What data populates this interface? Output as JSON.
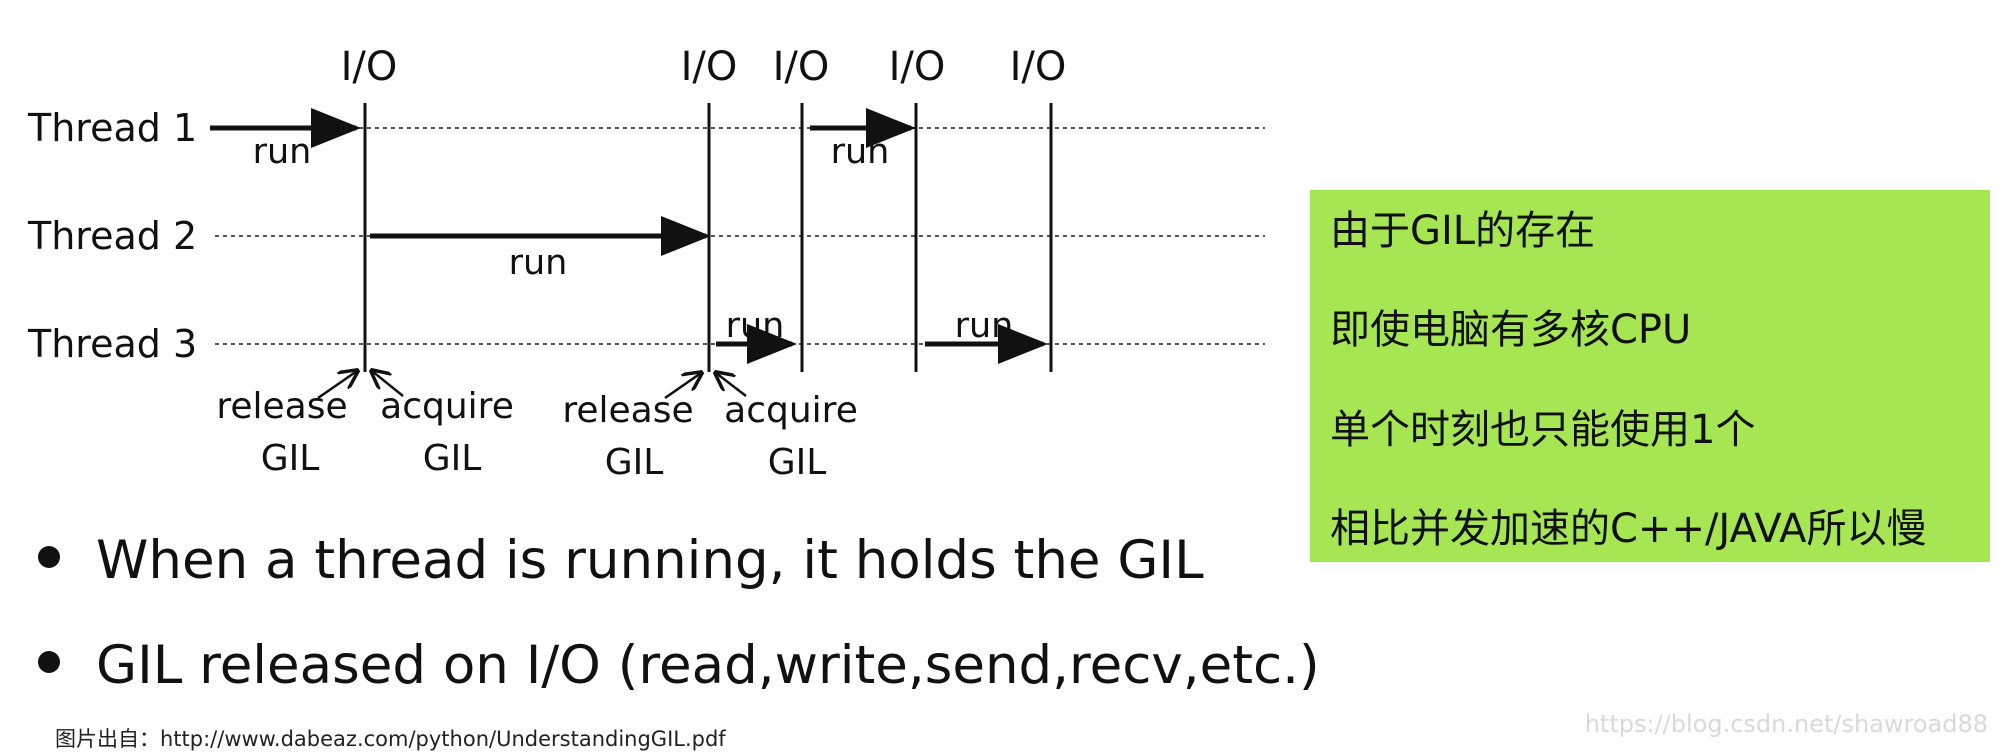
{
  "diagram": {
    "io_labels": [
      "I/O",
      "I/O",
      "I/O",
      "I/O",
      "I/O"
    ],
    "threads": [
      "Thread 1",
      "Thread 2",
      "Thread 3"
    ],
    "run_labels": [
      "run",
      "run",
      "run",
      "run",
      "run"
    ],
    "gil_labels": [
      {
        "top": "release",
        "bottom": "GIL"
      },
      {
        "top": "acquire",
        "bottom": "GIL"
      },
      {
        "top": "release",
        "bottom": "GIL"
      },
      {
        "top": "acquire",
        "bottom": "GIL"
      }
    ]
  },
  "bullets": [
    "When a thread is running, it holds the GIL",
    "GIL released on I/O (read,write,send,recv,etc.)"
  ],
  "note": {
    "background": "#a6e653",
    "lines": [
      "由于GIL的存在",
      "即使电脑有多核CPU",
      "单个时刻也只能使用1个",
      "相比并发加速的C++/JAVA所以慢"
    ]
  },
  "source": "图片出自：http://www.dabeaz.com/python/UnderstandingGIL.pdf",
  "watermark": "https://blog.csdn.net/shawroad88"
}
